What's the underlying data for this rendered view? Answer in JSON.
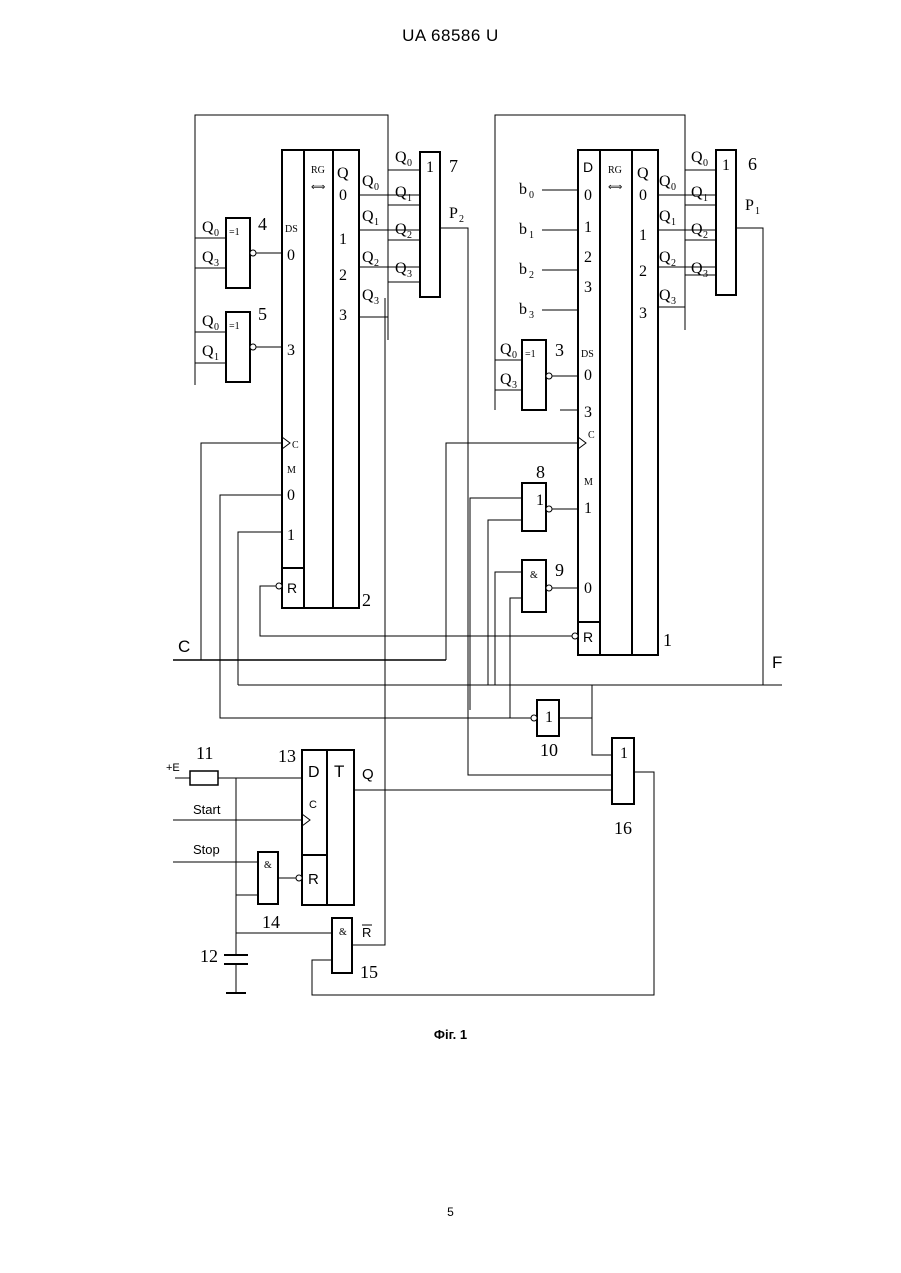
{
  "document": {
    "header": "UA   68586   U",
    "caption": "Фіг. 1",
    "page_number": "5"
  },
  "diagram": {
    "numbers": {
      "n1": "1",
      "n2": "2",
      "n3": "3",
      "n4": "4",
      "n5": "5",
      "n6": "6",
      "n7": "7",
      "n8": "8",
      "n9": "9",
      "n10": "10",
      "n11": "11",
      "n12": "12",
      "n13": "13",
      "n14": "14",
      "n15": "15",
      "n16": "16"
    },
    "gate_symbols": {
      "xor": "=1",
      "or": "1",
      "and": "&"
    },
    "register": {
      "rg": "RG",
      "q": "Q",
      "d": "D",
      "ds": "DS",
      "c": "C",
      "m": "M",
      "r": "R",
      "n0": "0",
      "n1": "1",
      "n2": "2",
      "n3": "3"
    },
    "trigger": {
      "d": "D",
      "c": "C",
      "t": "T",
      "r": "R",
      "q": "Q"
    },
    "signals": {
      "C": "C",
      "F": "F",
      "E": "+E",
      "start": "Start",
      "stop": "Stop",
      "rbar": "R",
      "q": "Q",
      "s0": "0",
      "s1": "1",
      "s2": "2",
      "s3": "3",
      "p1": "1",
      "p2": "2",
      "b": "b",
      "P": "P"
    }
  }
}
